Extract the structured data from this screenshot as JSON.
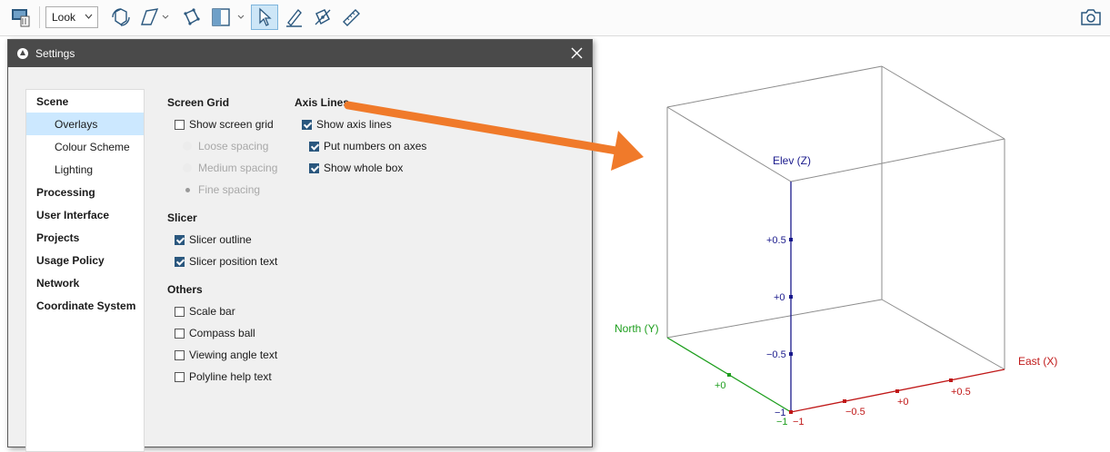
{
  "toolbar": {
    "view_mode": "Look",
    "icons": [
      "display-icon",
      "rotate-icon",
      "draw-tool-icon",
      "slice-plane-icon",
      "slicer-icon",
      "select-pointer-icon",
      "pen-icon",
      "move-plane-icon",
      "ruler-icon",
      "camera-icon"
    ]
  },
  "dialog": {
    "title": "Settings",
    "nav": [
      {
        "label": "Scene",
        "level": 0
      },
      {
        "label": "Overlays",
        "level": 1,
        "active": true
      },
      {
        "label": "Colour Scheme",
        "level": 1
      },
      {
        "label": "Lighting",
        "level": 1
      },
      {
        "label": "Processing",
        "level": 0
      },
      {
        "label": "User Interface",
        "level": 0
      },
      {
        "label": "Projects",
        "level": 0
      },
      {
        "label": "Usage Policy",
        "level": 0
      },
      {
        "label": "Network",
        "level": 0
      },
      {
        "label": "Coordinate System",
        "level": 0
      }
    ],
    "screen_grid": {
      "heading": "Screen Grid",
      "show_screen_grid": {
        "label": "Show screen grid",
        "checked": false
      },
      "loose": {
        "label": "Loose spacing",
        "selected": false,
        "enabled": false
      },
      "medium": {
        "label": "Medium spacing",
        "selected": false,
        "enabled": false
      },
      "fine": {
        "label": "Fine spacing",
        "selected": true,
        "enabled": false
      }
    },
    "slicer": {
      "heading": "Slicer",
      "outline": {
        "label": "Slicer outline",
        "checked": true
      },
      "position_text": {
        "label": "Slicer position text",
        "checked": true
      }
    },
    "others": {
      "heading": "Others",
      "scale_bar": {
        "label": "Scale bar",
        "checked": false
      },
      "compass_ball": {
        "label": "Compass ball",
        "checked": false
      },
      "viewing_angle": {
        "label": "Viewing angle text",
        "checked": false
      },
      "polyline_help": {
        "label": "Polyline help text",
        "checked": false
      }
    },
    "axis_lines": {
      "heading": "Axis Lines",
      "show_axis_lines": {
        "label": "Show axis lines",
        "checked": true
      },
      "put_numbers": {
        "label": "Put numbers on axes",
        "checked": true
      },
      "show_whole_box": {
        "label": "Show whole box",
        "checked": true
      }
    }
  },
  "viewer": {
    "elev_label": "Elev (Z)",
    "north_label": "North (Y)",
    "east_label": "East (X)",
    "z_ticks": [
      "+0.5",
      "+0",
      "−0.5",
      "−1"
    ],
    "y_ticks": [
      "+0",
      "−1"
    ],
    "x_ticks": [
      "−1",
      "−0.5",
      "+0",
      "+0.5"
    ],
    "colors": {
      "z_axis": "#1a1a8c",
      "y_axis": "#1d9e1d",
      "x_axis": "#c01818",
      "arrow": "#f07a2a",
      "box": "#8c8c8c"
    }
  }
}
